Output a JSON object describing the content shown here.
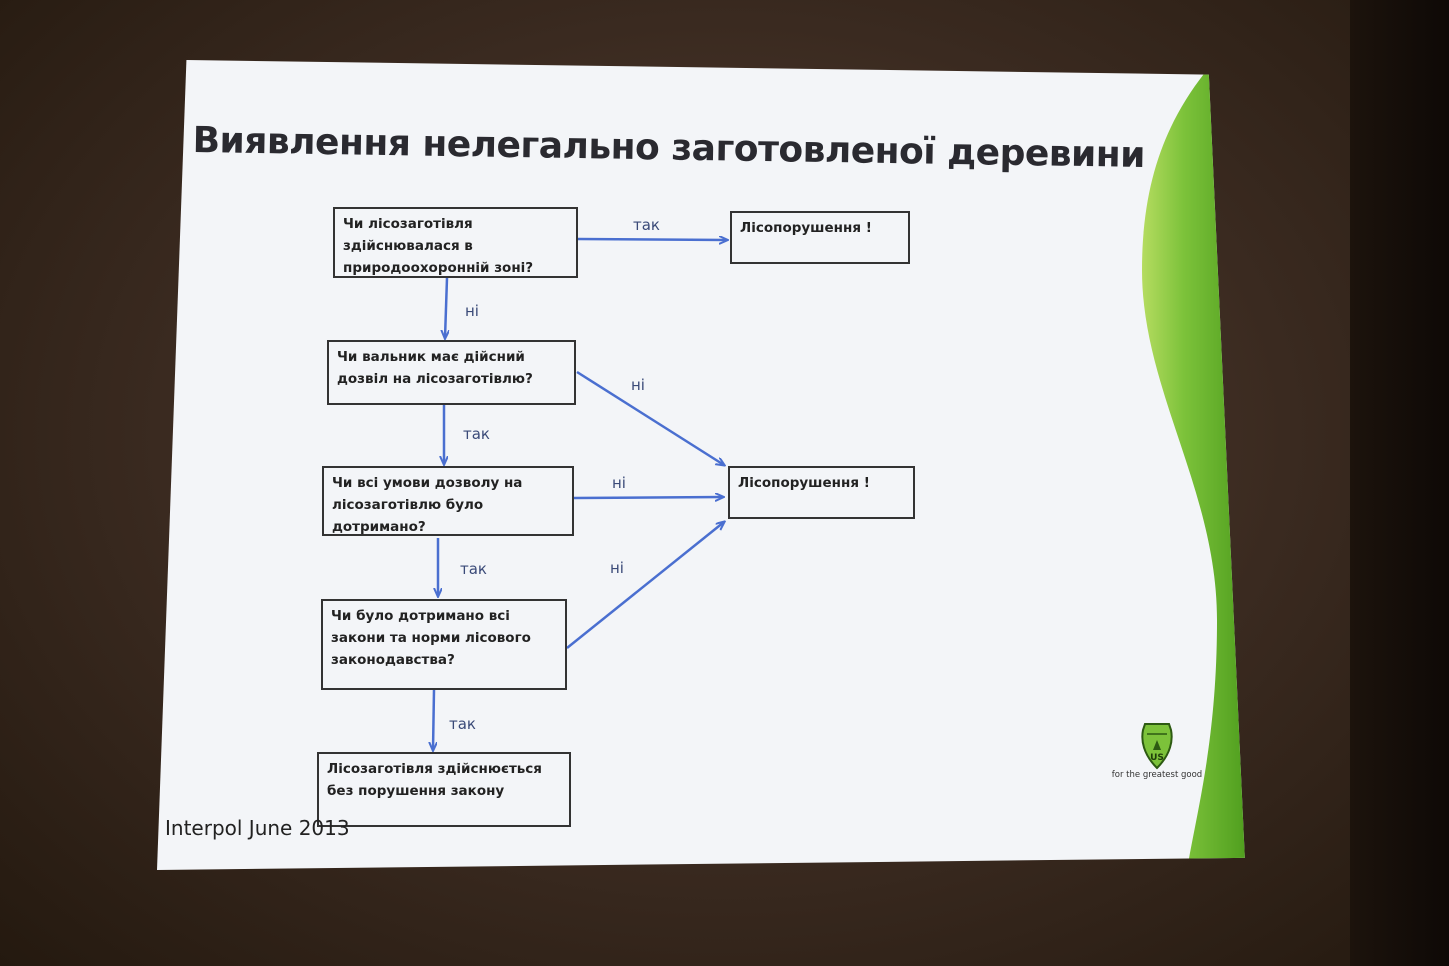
{
  "slide": {
    "title": "Виявлення нелегально заготовленої деревини",
    "footer": "Interpol June 2013",
    "tagline": "for the greatest good",
    "logo_text": "US"
  },
  "flowchart": {
    "q1": "Чи лісозаготівля здійснювалася в природоохоронній зоні?",
    "q2": "Чи вальник має дійсний дозвіл на лісозаготівлю?",
    "q3": "Чи всі умови дозволу на лісозаготівлю було дотримано?",
    "q4": "Чи було дотримано всі закони та норми лісового законодавства?",
    "violation_top": "Лісопорушення !",
    "violation_mid": "Лісопорушення !",
    "legal": "Лісозаготівля здійснюється без порушення закону",
    "edges": {
      "q1_yes": "так",
      "q1_no": "ні",
      "q2_no": "ні",
      "q2_yes": "так",
      "q3_no": "ні",
      "q3_yes": "так",
      "q4_no": "ні",
      "q4_yes": "так"
    }
  },
  "colors": {
    "accent_green": "#6cb52d",
    "arrow_blue": "#4a6fd0",
    "slide_bg": "#f3f5f8"
  }
}
